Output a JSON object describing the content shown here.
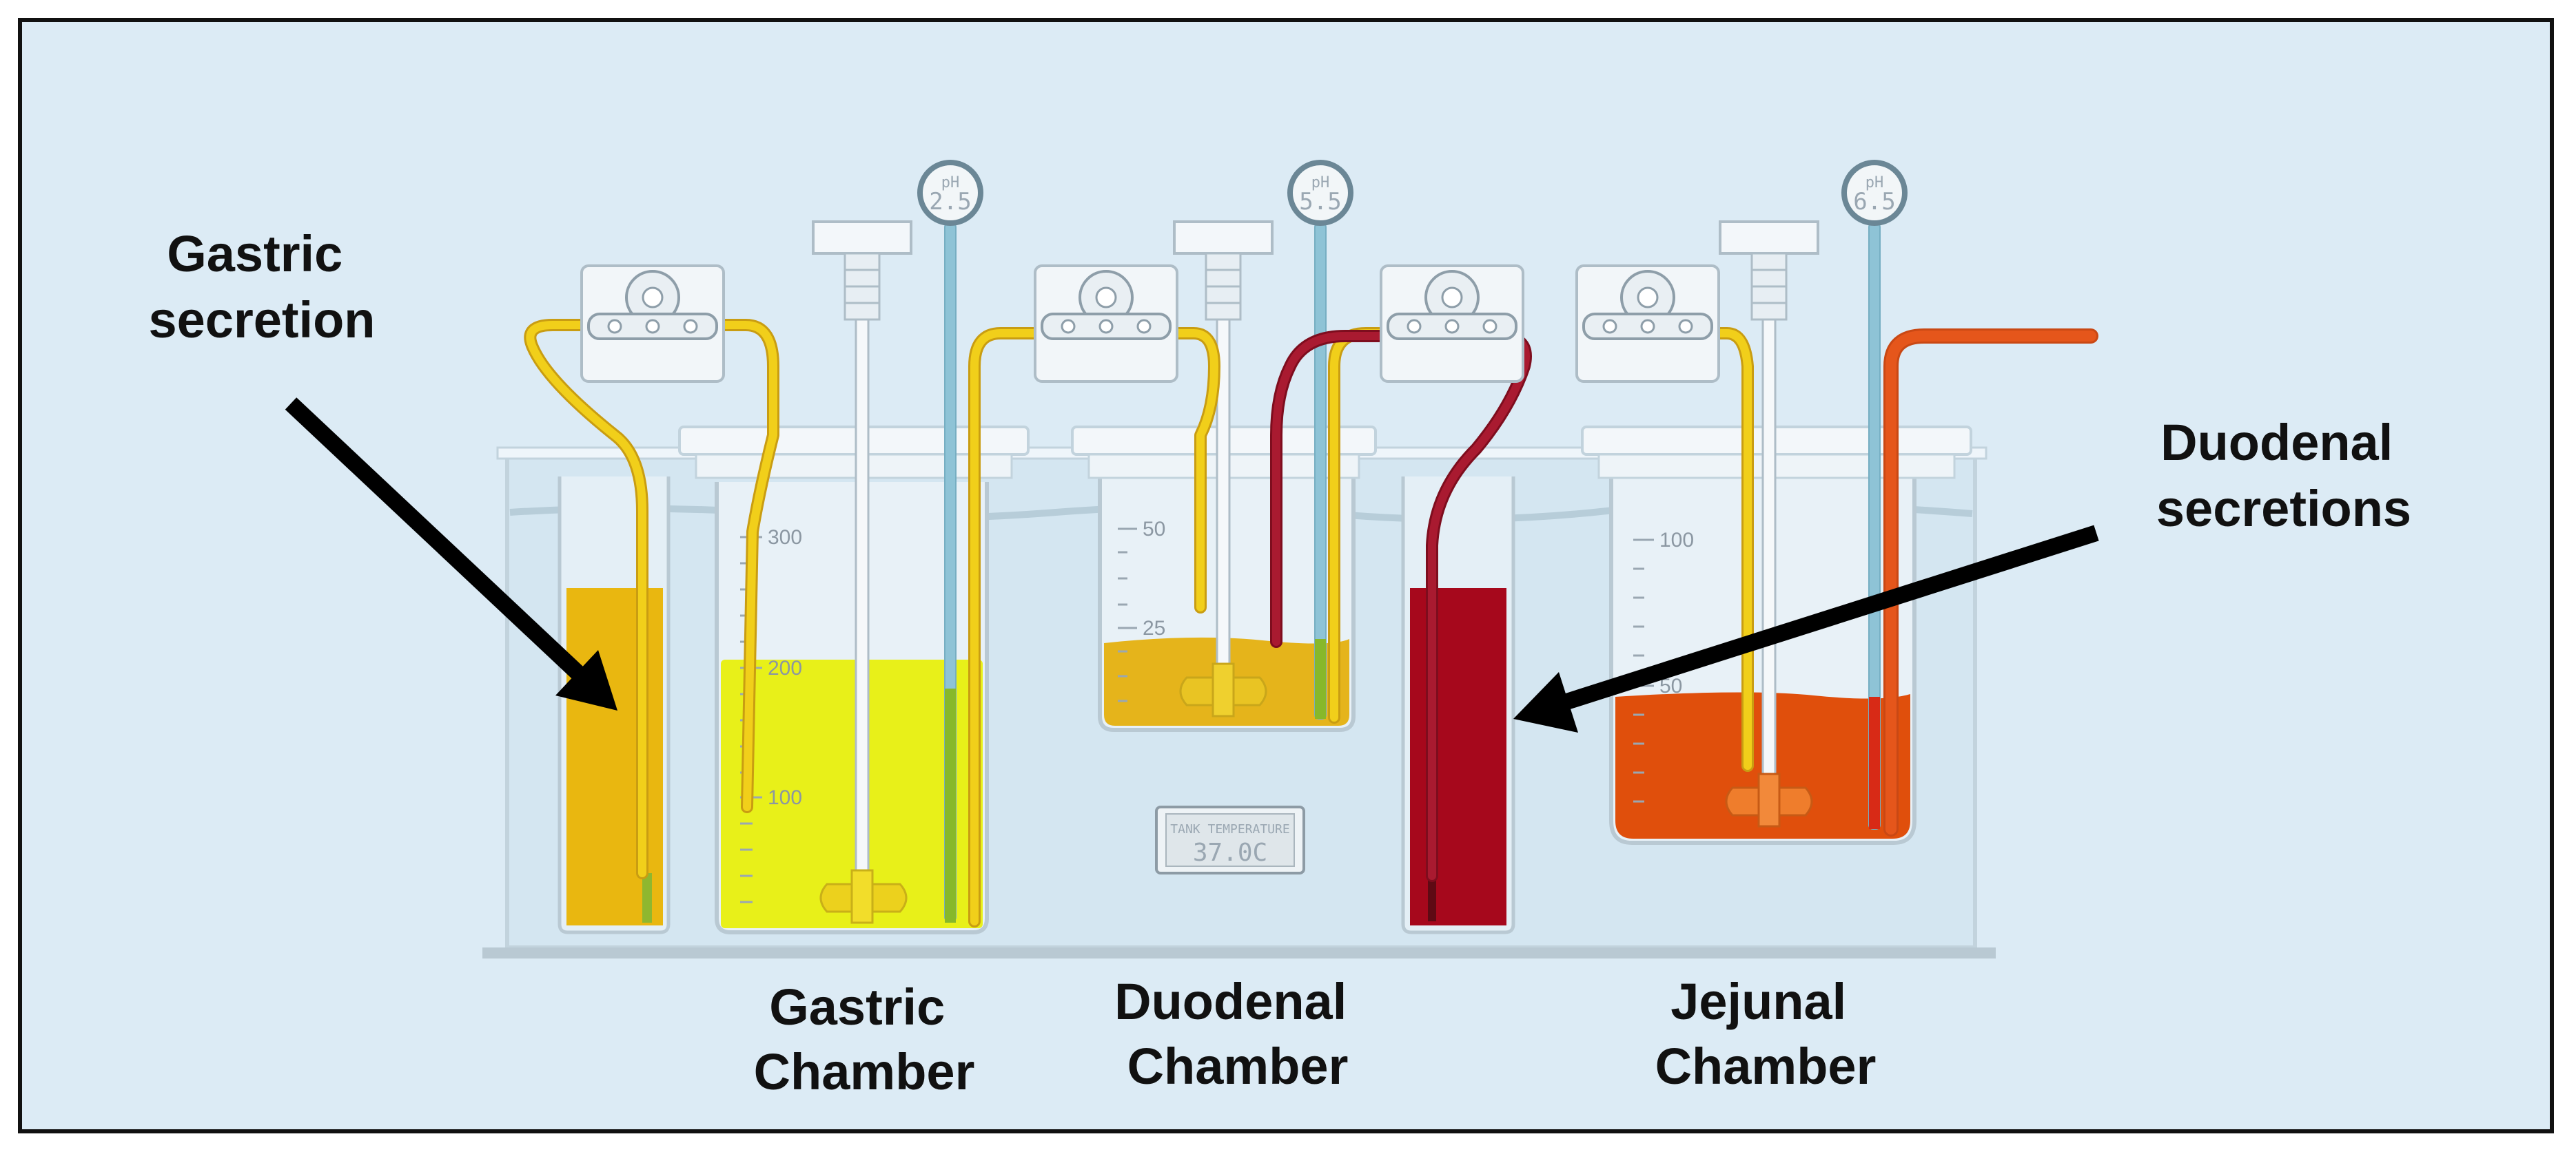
{
  "annotations": {
    "gastric_secretion": [
      "Gastric",
      "secretion"
    ],
    "duodenal_secretions": [
      "Duodenal",
      "secretions"
    ]
  },
  "chambers": [
    {
      "id": "gastric",
      "label": [
        "Gastric",
        "Chamber"
      ],
      "ph": "2.5",
      "scale": [
        "300",
        "200",
        "100"
      ]
    },
    {
      "id": "duodenal",
      "label": [
        "Duodenal",
        "Chamber"
      ],
      "ph": "5.5",
      "scale": [
        "50",
        "25"
      ]
    },
    {
      "id": "jejunal",
      "label": [
        "Jejunal",
        "Chamber"
      ],
      "ph": "6.5",
      "scale": [
        "100",
        "50"
      ]
    }
  ],
  "gauge_unit": "pH",
  "tank_display": {
    "title": "TANK TEMPERATURE",
    "value": "37.0C"
  },
  "colors": {
    "background": "#dcebf5",
    "gastric_secretion_fluid": "#e9b710",
    "gastric_chamber_fluid": "#e8f019",
    "duodenal_chamber_fluid": "#e5b41b",
    "duodenal_secretion_fluid": "#a6081c",
    "jejunal_chamber_fluid": "#e04f0c",
    "yellow_tube": "#f1cf1a",
    "red_tube": "#9e1428",
    "orange_tube": "#e5561b",
    "probe": "#8ec3d6"
  }
}
